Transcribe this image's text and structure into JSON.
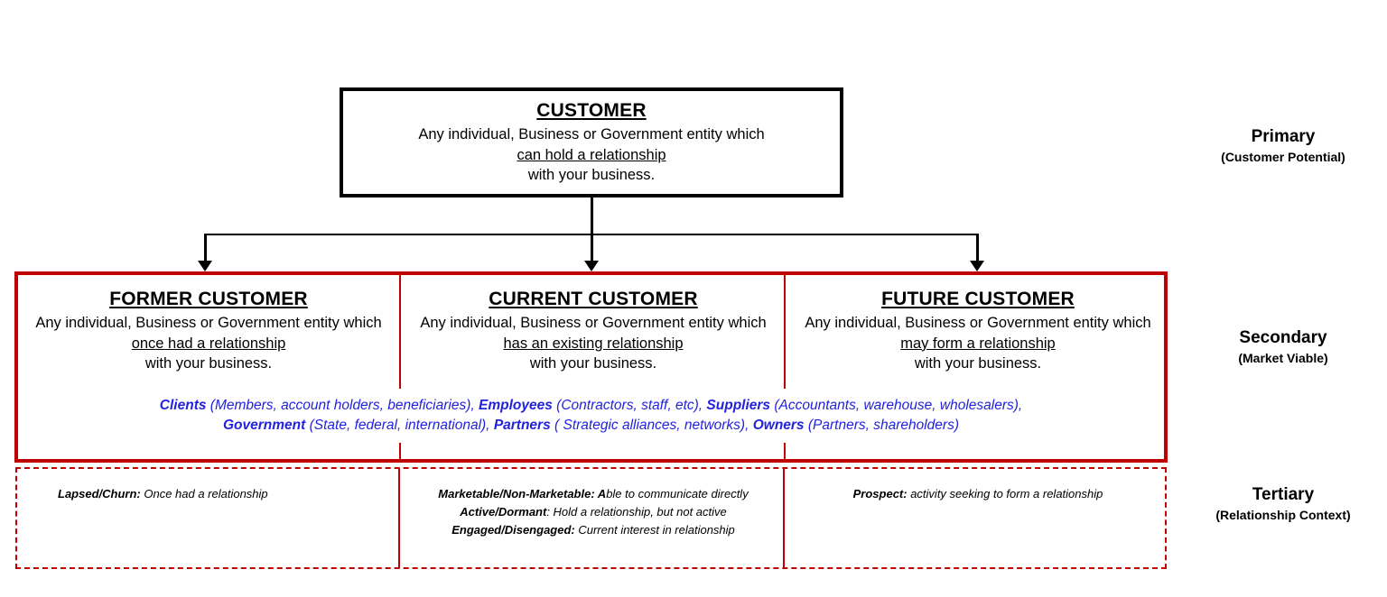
{
  "diagram": {
    "colors": {
      "primary_border": "#000000",
      "secondary_border": "#C00000",
      "tertiary_border": "#C00000",
      "blue_text": "#2222DD"
    },
    "primary": {
      "title": "CUSTOMER",
      "line1": "Any individual, Business or Government entity which",
      "line2": "can hold a relationship",
      "line3": "with your business."
    },
    "secondary": {
      "columns": [
        {
          "title": "FORMER CUSTOMER",
          "line1": "Any individual, Business or Government entity which",
          "line2": "once had a relationship",
          "line3": "with your business."
        },
        {
          "title": "CURRENT CUSTOMER",
          "line1": "Any individual, Business or Government entity which",
          "line2": "has an existing relationship",
          "line3": "with your business."
        },
        {
          "title": "FUTURE CUSTOMER",
          "line1": "Any individual, Business or Government entity which",
          "line2": "may form a relationship",
          "line3": "with your business."
        }
      ],
      "entity_types": {
        "line1": [
          {
            "bold": "Clients",
            "rest": " (Members, account holders, beneficiaries), "
          },
          {
            "bold": "Employees",
            "rest": " (Contractors, staff, etc), "
          },
          {
            "bold": "Suppliers",
            "rest": " (Accountants, warehouse, wholesalers),"
          }
        ],
        "line2": [
          {
            "bold": "Government",
            "rest": " (State, federal, international), "
          },
          {
            "bold": "Partners",
            "rest": " ( Strategic alliances, networks), "
          },
          {
            "bold": "Owners",
            "rest": " (Partners, shareholders)"
          }
        ]
      }
    },
    "tertiary": {
      "columns": [
        {
          "entries": [
            {
              "bold": "Lapsed/Churn:",
              "rest": " Once had a relationship"
            }
          ]
        },
        {
          "entries": [
            {
              "bold": "Marketable/Non-Marketable: A",
              "rest": "ble to communicate directly"
            },
            {
              "bold": "Active/Dormant",
              "rest": ": Hold a relationship, but not active"
            },
            {
              "bold": "Engaged/Disengaged:",
              "rest": " Current interest in relationship"
            }
          ]
        },
        {
          "entries": [
            {
              "bold": "Prospect:",
              "rest": " activity seeking to form a relationship"
            }
          ]
        }
      ]
    },
    "tiers": [
      {
        "name": "Primary",
        "qualifier": "(Customer Potential)"
      },
      {
        "name": "Secondary",
        "qualifier": "(Market Viable)"
      },
      {
        "name": "Tertiary",
        "qualifier": "(Relationship Context)"
      }
    ]
  }
}
